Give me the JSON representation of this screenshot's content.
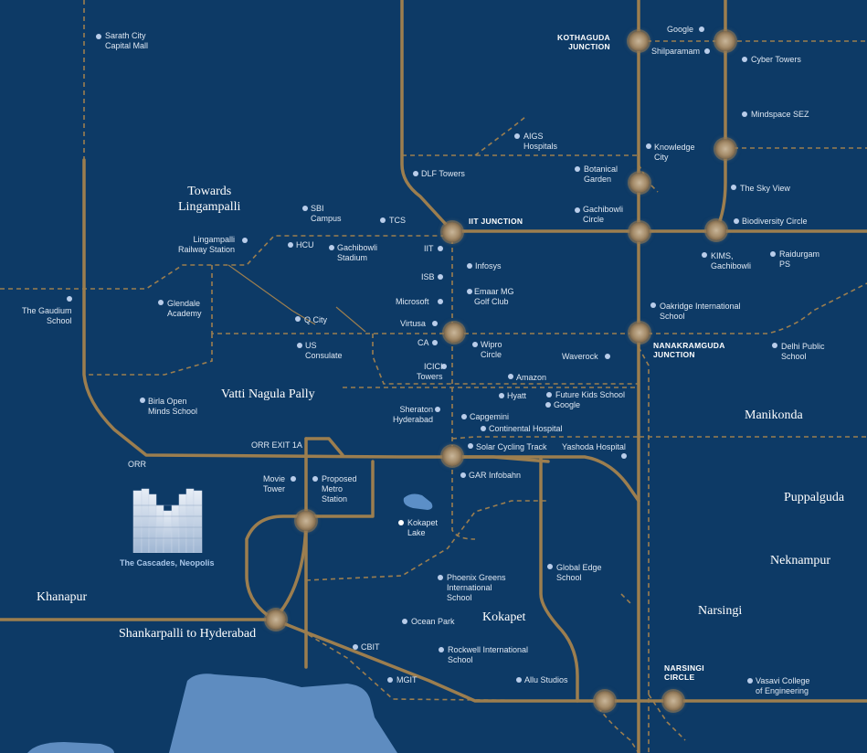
{
  "colors": {
    "background": "#0d3a66",
    "road": "#9c7e4f",
    "dashed_road": "#9c7e4f",
    "poi_dot": "#b9cdea",
    "lake": "#5c8fc7",
    "water": "#6d9bd0"
  },
  "areas": {
    "lingampalli": "Towards\nLingampalli",
    "vatti": "Vatti Nagula Pally",
    "manikonda": "Manikonda",
    "puppalguda": "Puppalguda",
    "neknampur": "Neknampur",
    "narsingi": "Narsingi",
    "khanapur": "Khanapur",
    "shankarpalli": "Shankarpalli to Hyderabad",
    "kokapet": "Kokapet"
  },
  "junctions": {
    "kothaguda": "KOTHAGUDA\nJUNCTION",
    "iit": "IIT JUNCTION",
    "nanakramguda": "NANAKRAMGUDA\nJUNCTION",
    "narsingi_circle": "NARSINGI\nCIRCLE",
    "orr_exit": "ORR EXIT 1A",
    "orr": "ORR"
  },
  "pois": {
    "sarath": "Sarath City\nCapital Mall",
    "google1": "Google",
    "shilparamam": "Shilparamam",
    "cyber": "Cyber Towers",
    "mindspace": "Mindspace SEZ",
    "aigs": "AIGS\nHospitals",
    "knowledge": "Knowledge\nCity",
    "dlf": "DLF Towers",
    "botanical": "Botanical\nGarden",
    "skyview": "The Sky View",
    "sbi": "SBI\nCampus",
    "tcs": "TCS",
    "gachibowli_circle": "Gachibowli\nCircle",
    "biodiversity": "Biodiversity Circle",
    "lingampalli_rs": "Lingampalli\nRailway Station",
    "hcu": "HCU",
    "gachibowli_stadium": "Gachibowli\nStadium",
    "iit": "IIT",
    "kims": "KIMS,\nGachibowli",
    "raidurgam": "Raidurgam\nPS",
    "infosys": "Infosys",
    "isb": "ISB",
    "emaar": "Emaar MG\nGolf Club",
    "gaudium": "The Gaudium\nSchool",
    "glendale": "Glendale\nAcademy",
    "microsoft": "Microsoft",
    "oakridge": "Oakridge International\nSchool",
    "qcity": "Q City",
    "virtusa": "Virtusa",
    "us_consulate": "US\nConsulate",
    "ca": "CA",
    "wipro": "Wipro\nCircle",
    "waverock": "Waverock",
    "delhi_public": "Delhi Public\nSchool",
    "icici": "ICICI\nTowers",
    "amazon": "Amazon",
    "birla": "Birla Open\nMinds School",
    "hyatt": "Hyatt",
    "future_kids": "Future Kids School",
    "google2": "Google",
    "sheraton": "Sheraton\nHyderabad",
    "capgemini": "Capgemini",
    "continental": "Continental Hospital",
    "solar": "Solar Cycling Track",
    "yashoda": "Yashoda Hospital",
    "movie_tower": "Movie\nTower",
    "metro": "Proposed\nMetro\nStation",
    "gar": "GAR Infobahn",
    "kokapet_lake": "Kokapet\nLake",
    "global_edge": "Global Edge\nSchool",
    "phoenix": "Phoenix Greens\nInternational\nSchool",
    "ocean_park": "Ocean Park",
    "cbit": "CBIT",
    "rockwell": "Rockwell International\nSchool",
    "mgit": "MGIT",
    "allu": "Allu Studios",
    "vasavi": "Vasavi College\nof Engineering"
  },
  "project": {
    "name": "The Cascades, Neopolis",
    "icon": "building-towers-icon"
  }
}
